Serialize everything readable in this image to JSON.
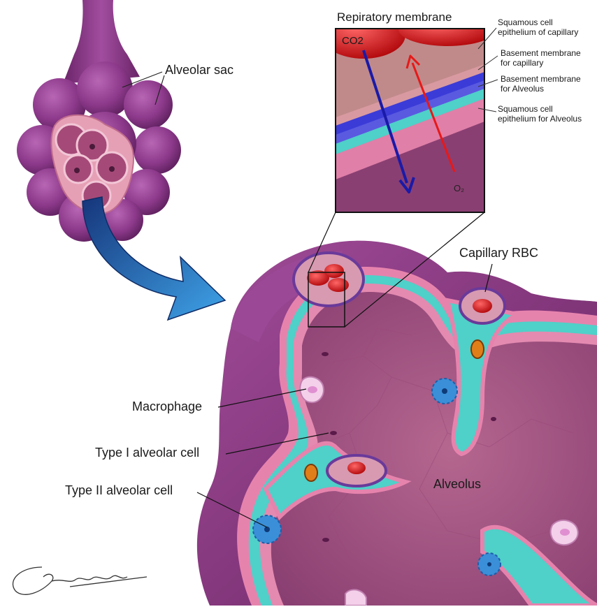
{
  "labels": {
    "alveolar_sac": "Alveolar sac",
    "respiratory_membrane": "Repiratory membrane",
    "squamous_capillary_1": "Squamous cell",
    "squamous_capillary_2": "epithelium of capillary",
    "basement_capillary_1": "Basement membrane",
    "basement_capillary_2": "for capillary",
    "basement_alveolus_1": "Basement membrane",
    "basement_alveolus_2": "for Alveolus",
    "squamous_alveolus_1": "Squamous cell",
    "squamous_alveolus_2": "epithelium for Alveolus",
    "co2": "CO2",
    "o2": "O₂",
    "capillary_rbc": "Capillary RBC",
    "macrophage": "Macrophage",
    "type1": "Type I alveolar cell",
    "type2": "Type II alveolar cell",
    "alveolus": "Alveolus"
  },
  "colors": {
    "sac_purple": "#8e3a8c",
    "tissue_purple": "#7a2d74",
    "interior": "#a85a8a",
    "membrane_pink": "#e07fa8",
    "membrane_cyan": "#4fd0c8",
    "rbc_red": "#d8161c",
    "co2_arrow": "#1a1aa8",
    "o2_arrow": "#e81818",
    "big_arrow": "#1f5fb8"
  }
}
